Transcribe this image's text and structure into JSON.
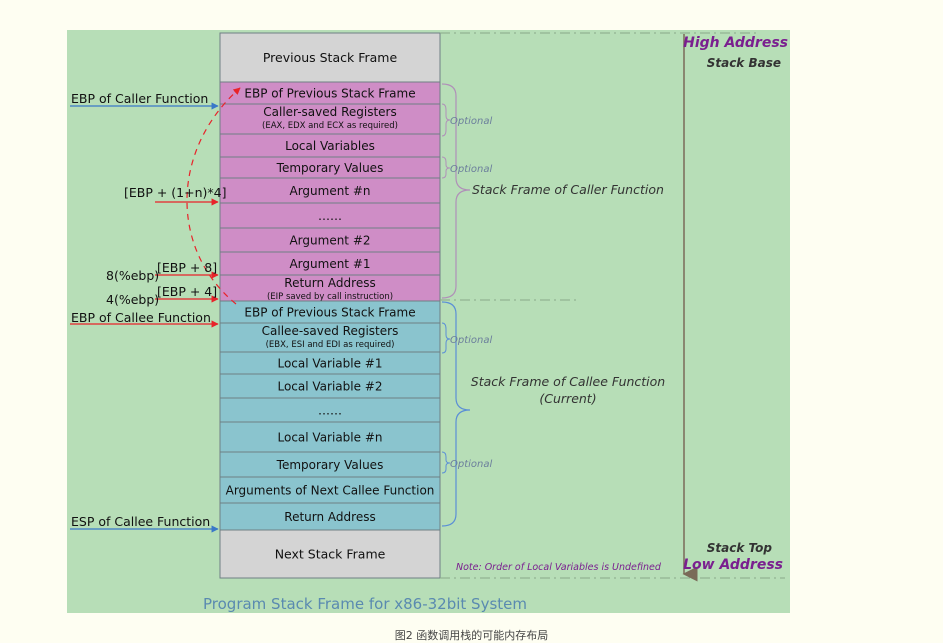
{
  "title": "Program Stack Frame for x86-32bit System",
  "caption": "图2 函数调用栈的可能内存布局",
  "blocks": [
    {
      "label": "Previous Stack Frame",
      "color": "#d4d4d4"
    },
    {
      "label": "EBP of Previous Stack Frame",
      "color": "#cf8dc6"
    },
    {
      "label": "Caller-saved Registers",
      "sublabel": "(EAX, EDX and ECX as required)",
      "color": "#cf8dc6"
    },
    {
      "label": "Local Variables",
      "color": "#cf8dc6"
    },
    {
      "label": "Temporary Values",
      "color": "#cf8dc6"
    },
    {
      "label": "Argument #n",
      "color": "#cf8dc6"
    },
    {
      "label": "……",
      "color": "#cf8dc6"
    },
    {
      "label": "Argument #2",
      "color": "#cf8dc6"
    },
    {
      "label": "Argument #1",
      "color": "#cf8dc6"
    },
    {
      "label": "Return Address",
      "sublabel": "(EIP saved by call instruction)",
      "color": "#cf8dc6"
    },
    {
      "label": "EBP of Previous Stack Frame",
      "color": "#8ac4ce"
    },
    {
      "label": "Callee-saved Registers",
      "sublabel": "(EBX, ESI and EDI as required)",
      "color": "#8ac4ce"
    },
    {
      "label": "Local Variable #1",
      "color": "#8ac4ce"
    },
    {
      "label": "Local Variable #2",
      "color": "#8ac4ce"
    },
    {
      "label": "……",
      "color": "#8ac4ce"
    },
    {
      "label": "Local Variable #n",
      "color": "#8ac4ce"
    },
    {
      "label": "Temporary Values",
      "color": "#8ac4ce"
    },
    {
      "label": "Arguments of Next Callee Function",
      "color": "#8ac4ce"
    },
    {
      "label": "Return Address",
      "color": "#8ac4ce"
    },
    {
      "label": "Next Stack Frame",
      "color": "#d4d4d4"
    }
  ],
  "left_labels": {
    "ebp_caller": "EBP of Caller Function",
    "ebp_n": "[EBP + (1+n)*4]",
    "ebp8_pre": "8(%ebp)",
    "ebp8": "[EBP + 8]",
    "ebp4_pre": "4(%ebp)",
    "ebp4": "[EBP + 4]",
    "ebp_callee": "EBP of Callee Function",
    "esp_callee": "ESP of Callee Function"
  },
  "optional": [
    "Optional",
    "Optional",
    "Optional",
    "Optional"
  ],
  "caller_frame_label": "Stack Frame of Caller Function",
  "callee_frame_label": [
    "Stack Frame of Callee Function",
    "(Current)"
  ],
  "high_address": "High Address",
  "stack_base": "Stack Base",
  "stack_top": "Stack Top",
  "low_address": "Low Address",
  "note": "Note: Order of Local Variables is Undefined",
  "colors": {
    "arrow": "#e8232a",
    "blue_arrow": "#3a78c8",
    "brace_caller": "#b090b8",
    "brace_callee": "#5b8fd6",
    "axis": "#7a6a58",
    "purple_text": "#7a1f8f"
  }
}
